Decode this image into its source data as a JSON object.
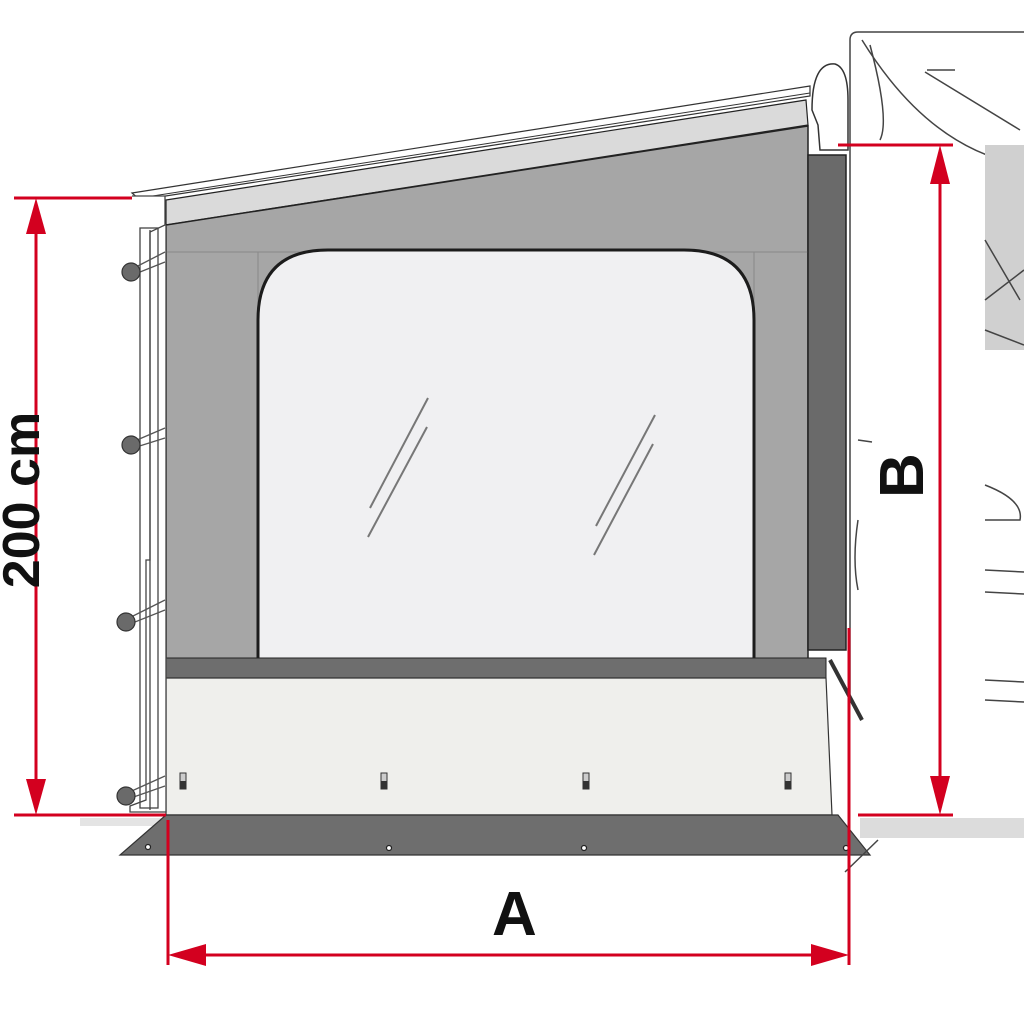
{
  "diagram": {
    "subject": "awning side panel with window",
    "dimensions": {
      "height_fixed": {
        "label": "200 cm"
      },
      "width": {
        "label": "A"
      },
      "height_variable": {
        "label": "B"
      }
    },
    "colors": {
      "dimension_line": "#d3001f",
      "panel_dark": "#6e6e6e",
      "panel_mid": "#a6a6a6",
      "panel_light": "#d6d6d6",
      "window_fill": "#f0f0f2",
      "skirt_fill": "#efefec",
      "outline": "#222222"
    }
  }
}
